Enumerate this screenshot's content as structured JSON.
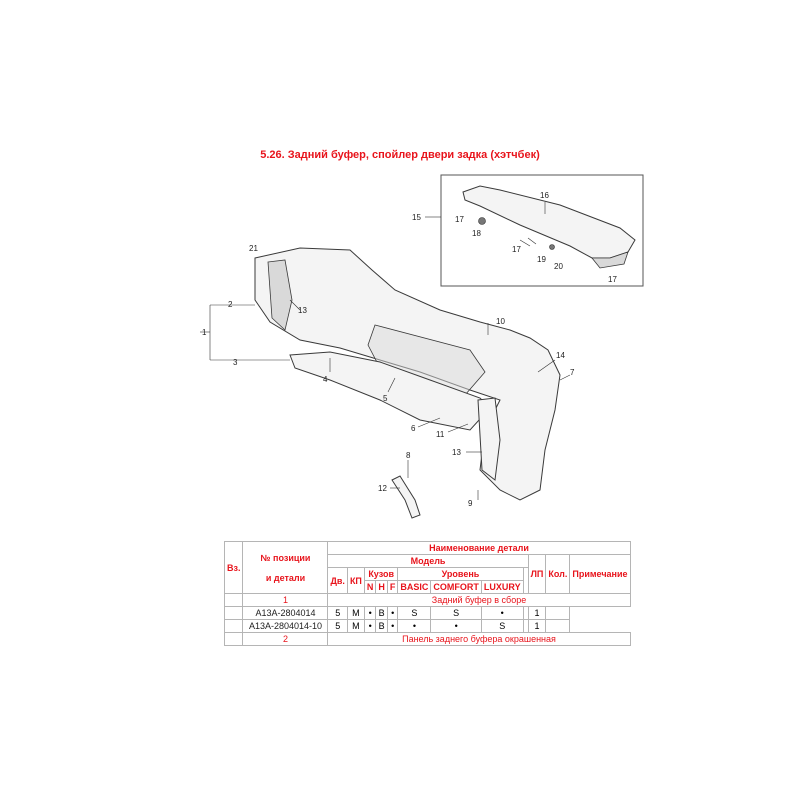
{
  "title": "5.26. Задний буфер, спойлер двери задка (хэтчбек)",
  "callouts": [
    "1",
    "2",
    "3",
    "4",
    "5",
    "6",
    "7",
    "8",
    "9",
    "10",
    "11",
    "12",
    "13",
    "13",
    "14",
    "15",
    "16",
    "17",
    "17",
    "17",
    "18",
    "19",
    "20",
    "21"
  ],
  "table": {
    "headers": {
      "vz": "Вз.",
      "position_line1": "№ позиции",
      "position_line2": "и детали",
      "name": "Наименование детали",
      "model": "Модель",
      "dv": "Дв.",
      "kp": "КП",
      "kuzov": "Кузов",
      "uroven": "Уровень",
      "n": "N",
      "h": "H",
      "f": "F",
      "basic": "BASIC",
      "comfort": "COMFORT",
      "luxury": "LUXURY",
      "lp": "ЛП",
      "kol": "Кол.",
      "note": "Примечание"
    },
    "groups": [
      {
        "position": "1",
        "name": "Задний буфер в сборе",
        "rows": [
          {
            "part": "A13A-2804014",
            "dv": "5",
            "kp": "M",
            "n": "•",
            "h": "B",
            "f": "•",
            "basic": "S",
            "comfort": "S",
            "luxury": "•",
            "lp": "",
            "kol": "1",
            "note": ""
          },
          {
            "part": "A13A-2804014-10",
            "dv": "5",
            "kp": "M",
            "n": "•",
            "h": "B",
            "f": "•",
            "basic": "•",
            "comfort": "•",
            "luxury": "S",
            "lp": "",
            "kol": "1",
            "note": ""
          }
        ]
      },
      {
        "position": "2",
        "name": "Панель заднего буфера окрашенная"
      }
    ]
  }
}
